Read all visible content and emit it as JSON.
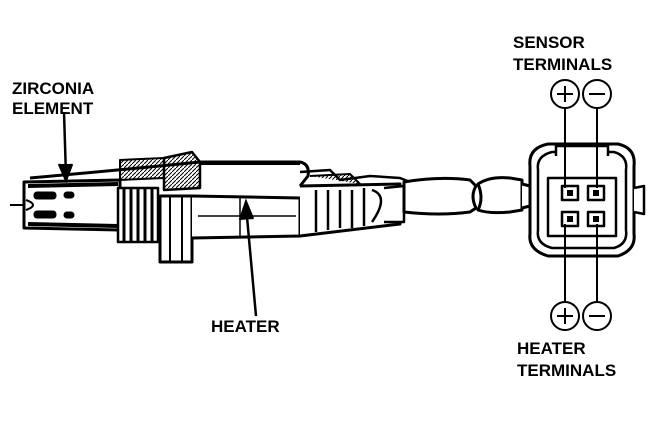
{
  "labels": {
    "zirconia_line1": "ZIRCONIA",
    "zirconia_line2": "ELEMENT",
    "heater": "HEATER",
    "sensor_line1": "SENSOR",
    "sensor_line2": "TERMINALS",
    "heater_term_line1": "HEATER",
    "heater_term_line2": "TERMINALS"
  },
  "polarity": {
    "plus": "+",
    "minus": "−"
  },
  "colors": {
    "ink": "#000000",
    "paper": "#ffffff"
  }
}
